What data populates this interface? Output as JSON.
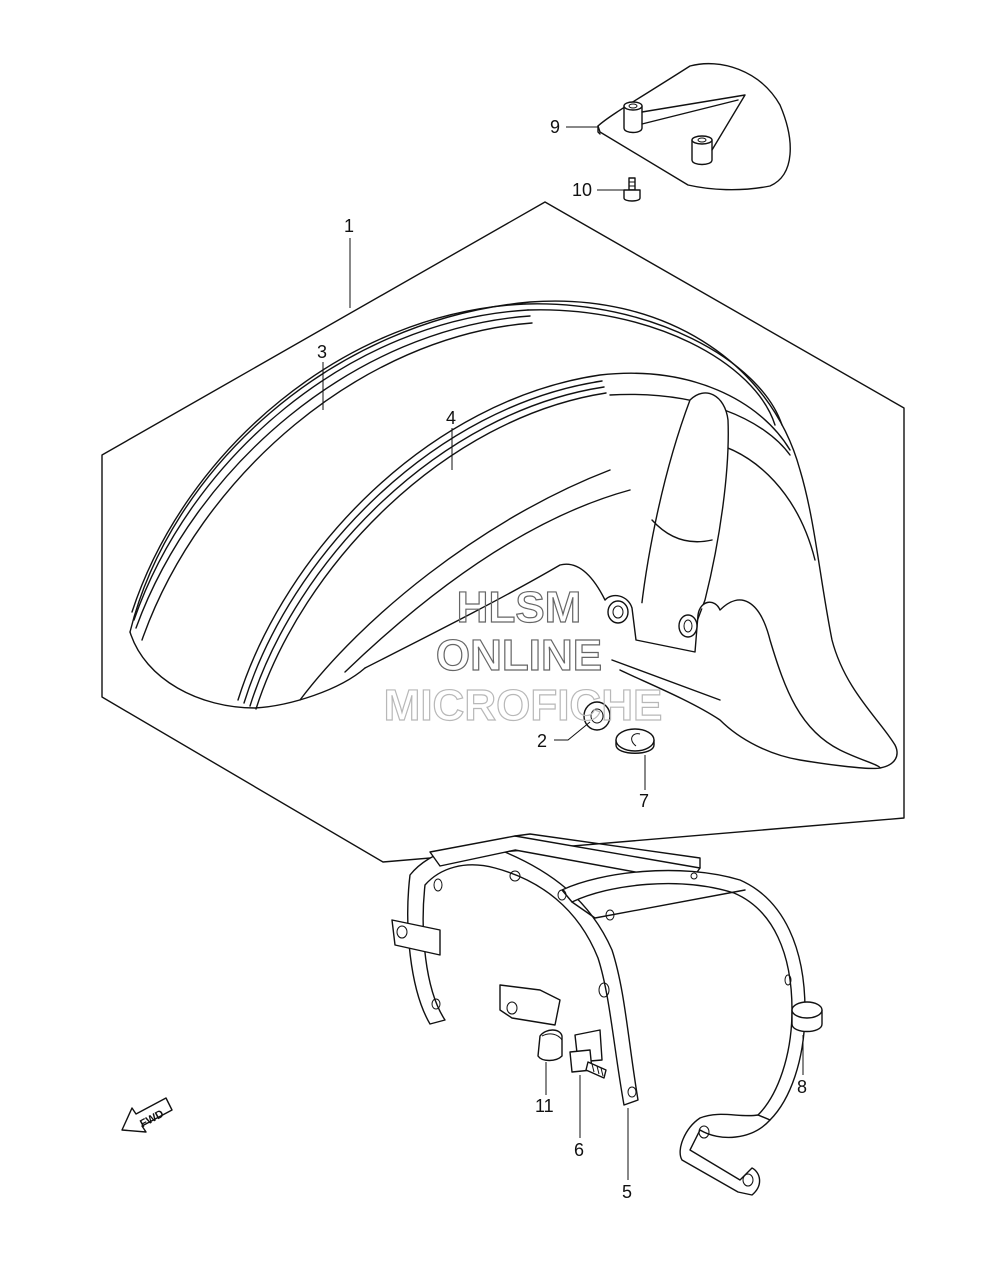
{
  "watermark": {
    "line1": "HLSM",
    "line2": "ONLINE",
    "line3": "MICROFICHE"
  },
  "direction_indicator": "FWD",
  "callouts": [
    {
      "id": "1",
      "text": "1"
    },
    {
      "id": "2",
      "text": "2"
    },
    {
      "id": "3",
      "text": "3"
    },
    {
      "id": "4",
      "text": "4"
    },
    {
      "id": "5",
      "text": "5"
    },
    {
      "id": "6",
      "text": "6"
    },
    {
      "id": "7",
      "text": "7"
    },
    {
      "id": "8",
      "text": "8"
    },
    {
      "id": "9",
      "text": "9"
    },
    {
      "id": "10",
      "text": "10"
    },
    {
      "id": "11",
      "text": "11"
    }
  ]
}
